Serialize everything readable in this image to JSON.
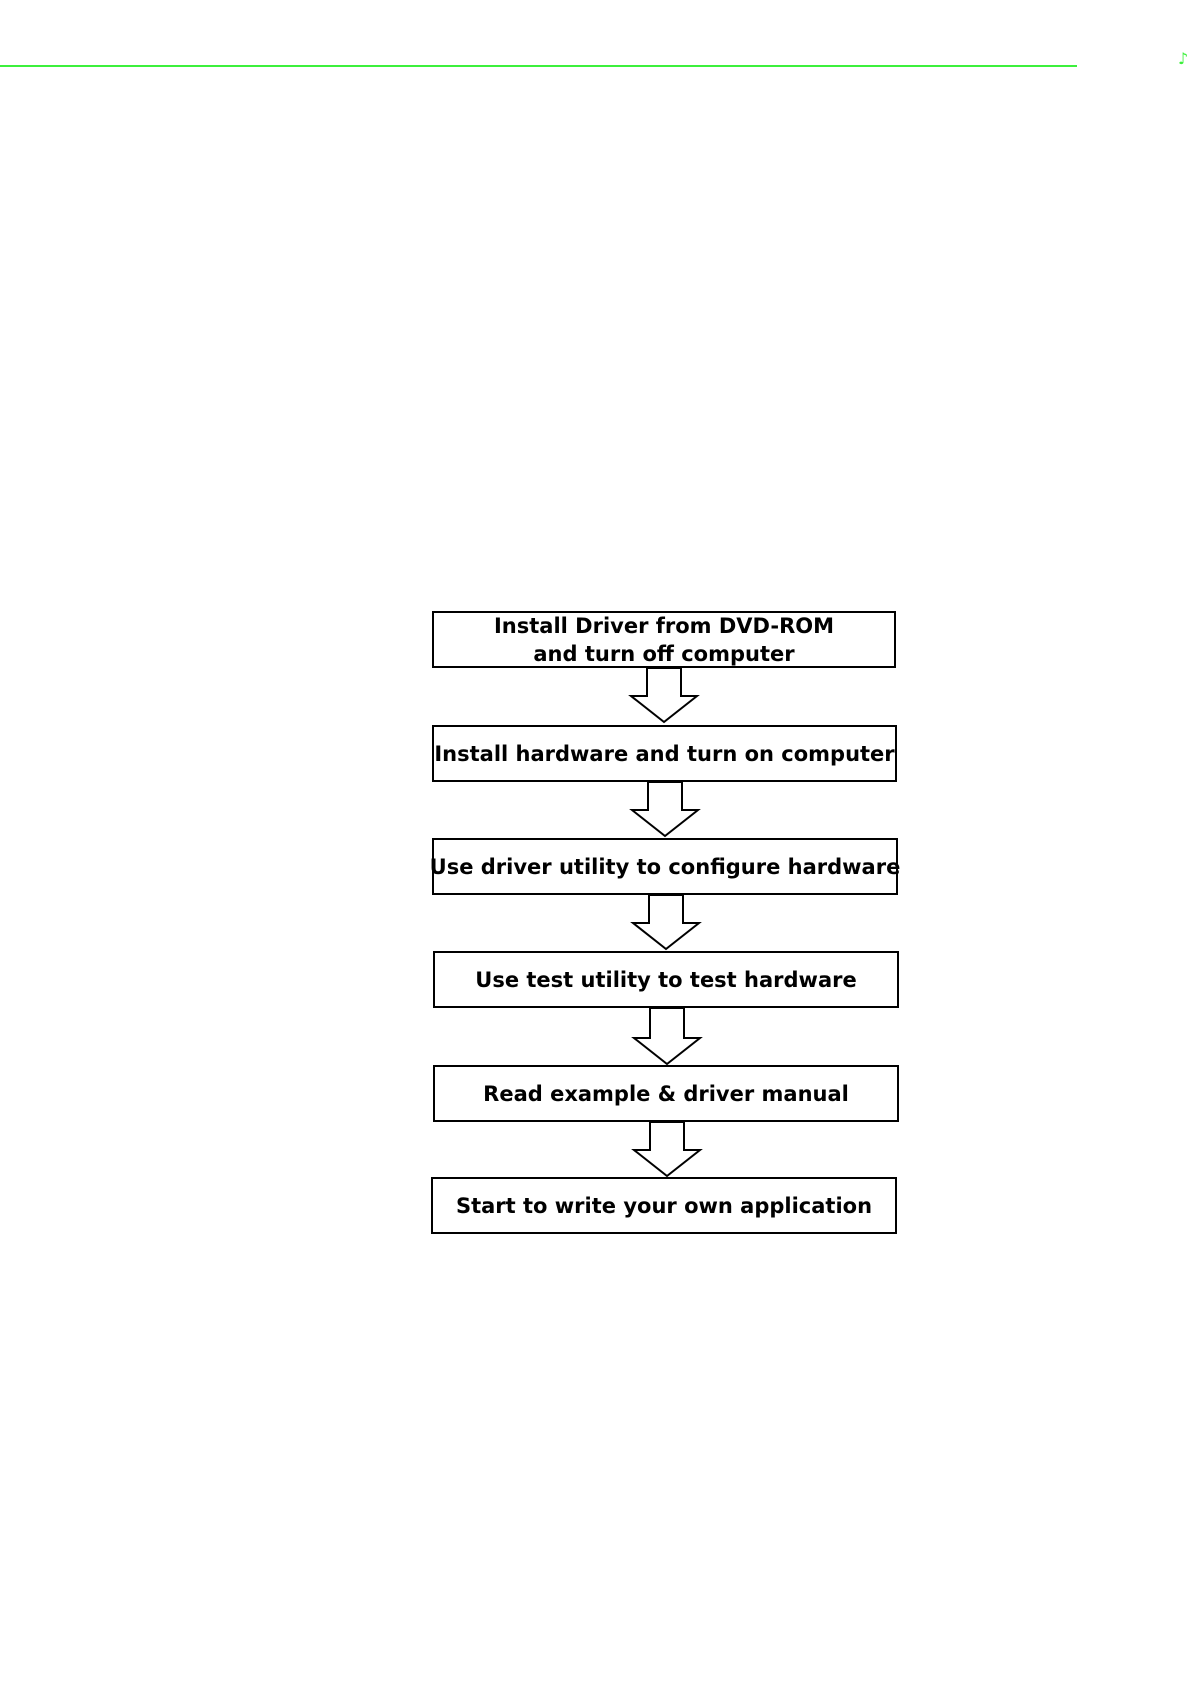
{
  "header": {
    "rule_color": "#3cf03c",
    "corner_mark": "♪"
  },
  "flowchart": {
    "steps": [
      {
        "lines": [
          "Install Driver from DVD-ROM",
          "and turn off computer"
        ]
      },
      {
        "lines": [
          "Install hardware and turn on computer"
        ]
      },
      {
        "lines": [
          "Use driver utility to configure hardware"
        ]
      },
      {
        "lines": [
          "Use test utility to test hardware"
        ]
      },
      {
        "lines": [
          "Read example & driver manual"
        ]
      },
      {
        "lines": [
          "Start to write your own application"
        ]
      }
    ],
    "arrow_icon": "down-arrow-icon"
  }
}
